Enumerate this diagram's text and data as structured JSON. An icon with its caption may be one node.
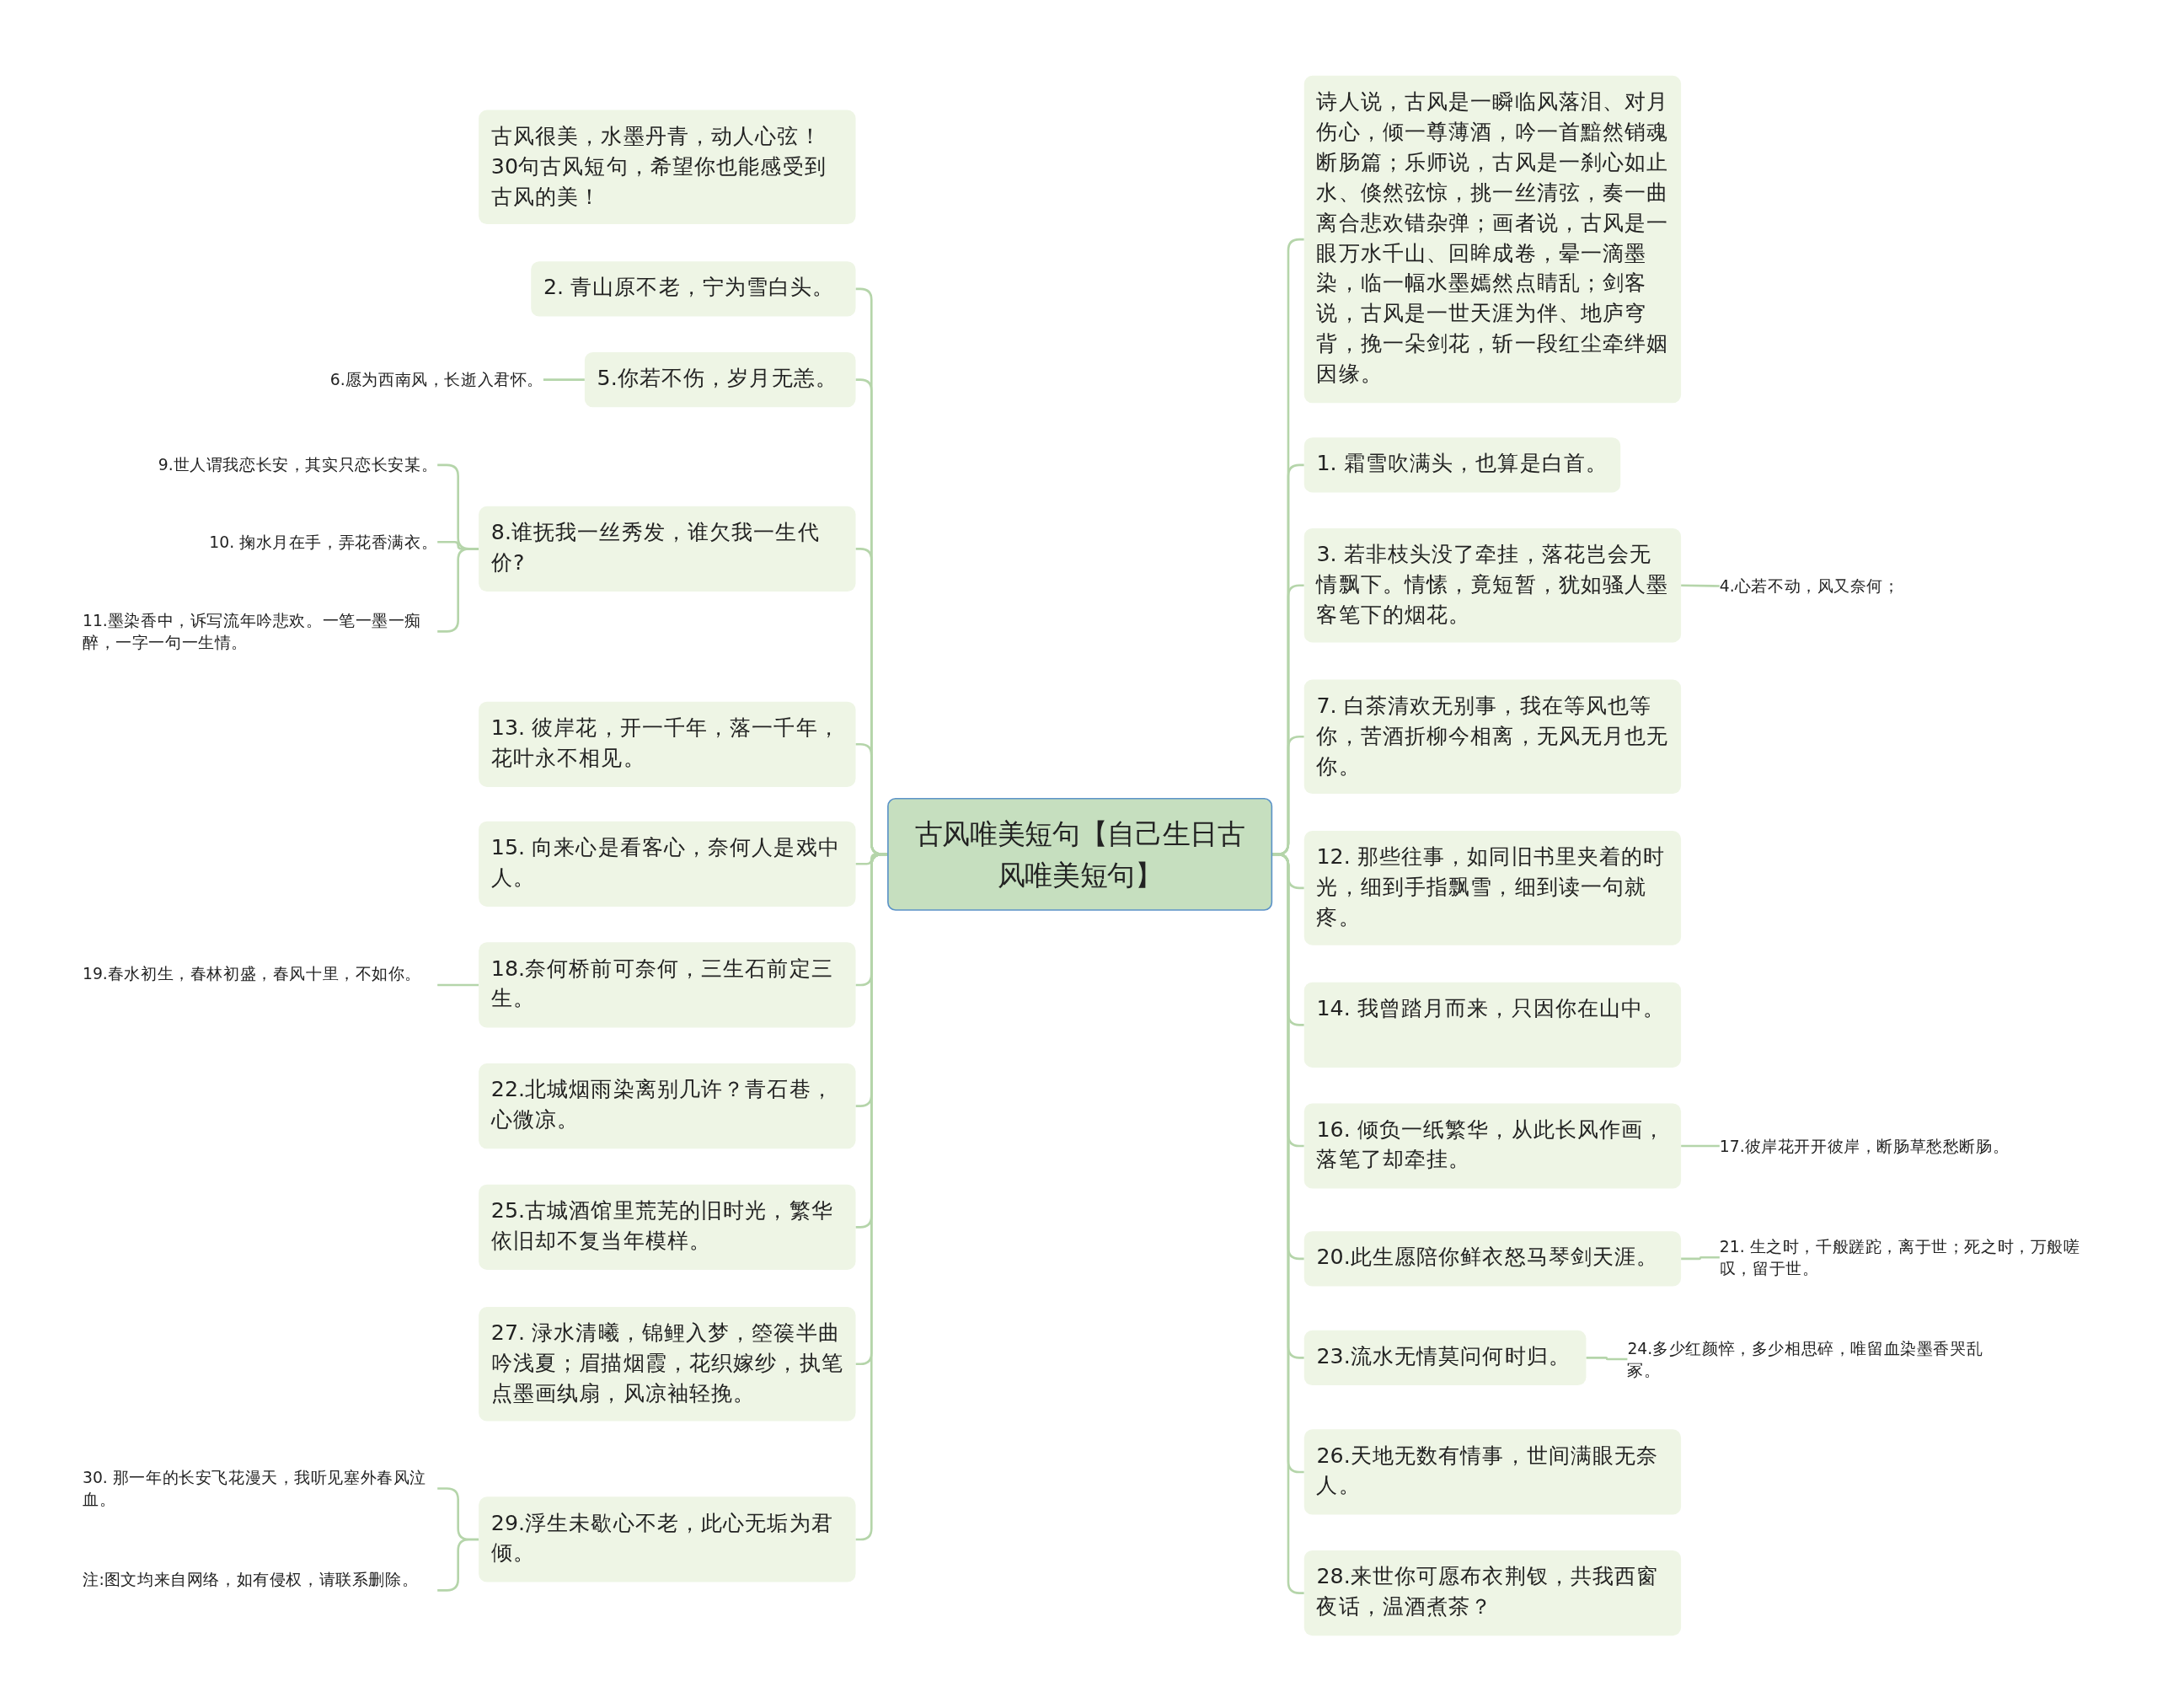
{
  "diagram": {
    "nodes": [
      {
        "text": [
          "古风唯美短句【自己生日古风唯美短句】"
        ]
      },
      {
        "text": [
          "古风很美，水墨丹青，动人心弦！30句古风短句，希望你也能感受到古风的美！"
        ]
      },
      {
        "text": [
          "2. 青山原不老，宁为雪白头。"
        ]
      },
      {
        "text": [
          "5.你若不伤，岁月无恙。"
        ]
      },
      {
        "text": [
          "6.愿为西南风，长逝入君怀。"
        ]
      },
      {
        "text": [
          "8.谁抚我一丝秀发，谁欠我一生代价?"
        ]
      },
      {
        "text": [
          "9.世人谓我恋长安，其实只恋长安某。"
        ]
      },
      {
        "text": [
          "10. 掬水月在手，弄花香满衣。"
        ]
      },
      {
        "text": [
          "11.墨染香中，诉写流年吟悲欢。一笔一墨一痴醉，一字一句一生情。"
        ]
      },
      {
        "text": [
          "13. 彼岸花，开一千年，落一千年，花叶永不相见。"
        ]
      },
      {
        "text": [
          "15. 向来心是看客心，奈何人是戏中人。"
        ]
      },
      {
        "text": [
          "18.奈何桥前可奈何，三生石前定三生。"
        ]
      },
      {
        "text": [
          "19.春水初生，春林初盛，春风十里，不如你。"
        ]
      },
      {
        "text": [
          "22.北城烟雨染离别几许？青石巷，心微凉。"
        ]
      },
      {
        "text": [
          "25.古城酒馆里荒芜的旧时光，繁华依旧却不复当年模样。"
        ]
      },
      {
        "text": [
          "27. 渌水清曦，锦鲤入梦，箜篌半曲吟浅夏；眉描烟霞，花织嫁纱，执笔点墨画纨扇，风凉袖轻挽。"
        ]
      },
      {
        "text": [
          "29.浮生未歇心不老，此心无垢为君倾。"
        ]
      },
      {
        "text": [
          "30. 那一年的长安飞花漫天，我听见塞外春风泣血。"
        ]
      },
      {
        "text": [
          "注:图文均来自网络，如有侵权，请联系删除。"
        ]
      },
      {
        "text": [
          "诗人说，古风是一瞬临风落泪、对月伤心，倾一尊薄酒，吟一首黯然销魂断肠篇；乐师说，古风是一刹心如止水、倏然弦惊，挑一丝清弦，奏一曲离合悲欢错杂弹；画者说，古风是一眼万水千山、回眸成卷，晕一滴墨染，临一幅水墨嫣然点睛乱；剑客说，古风是一世天涯为伴、地庐穹背，挽一朵剑花，斩一段红尘牵绊姻因缘。"
        ]
      },
      {
        "text": [
          "1. 霜雪吹满头，也算是白首。"
        ]
      },
      {
        "text": [
          "3. 若非枝头没了牵挂，落花岂会无情飘下。情愫，竟短暂，犹如骚人墨客笔下的烟花。"
        ]
      },
      {
        "text": [
          "4.心若不动，风又奈何；"
        ]
      },
      {
        "text": [
          "7. 白茶清欢无别事，我在等风也等你，苦酒折柳今相离，无风无月也无你。"
        ]
      },
      {
        "text": [
          "12. 那些往事，如同旧书里夹着的时光，细到手指飘雪，细到读一句就疼。"
        ]
      },
      {
        "text": [
          "14. 我曾踏月而来，只因你在山中。"
        ]
      },
      {
        "text": [
          "16. 倾负一纸繁华，从此长风作画，落笔了却牵挂。"
        ]
      },
      {
        "text": [
          "17.彼岸花开开彼岸，断肠草愁愁断肠。"
        ]
      },
      {
        "text": [
          "20.此生愿陪你鲜衣怒马琴剑天涯。"
        ]
      },
      {
        "text": [
          "21. 生之时，千般蹉跎，离于世；死之时，万般嗟叹，留于世。"
        ]
      },
      {
        "text": [
          "23.流水无情莫问何时归。"
        ]
      },
      {
        "text": [
          "24.多少红颜悴，多少相思碎，唯留血染墨香哭乱冢。"
        ]
      },
      {
        "text": [
          "26.天地无数有情事，世间满眼无奈人。"
        ]
      },
      {
        "text": [
          "28.来世你可愿布衣荆钗，共我西窗夜话，温酒煮茶？"
        ]
      }
    ],
    "edges": [
      {
        "from": 0,
        "to": 2,
        "arrow": "none"
      },
      {
        "from": 0,
        "to": 3,
        "arrow": "none"
      },
      {
        "from": 3,
        "to": 4,
        "arrow": "none"
      },
      {
        "from": 0,
        "to": 5,
        "arrow": "none"
      },
      {
        "from": 5,
        "to": 6,
        "arrow": "none"
      },
      {
        "from": 5,
        "to": 7,
        "arrow": "none"
      },
      {
        "from": 5,
        "to": 8,
        "arrow": "none"
      },
      {
        "from": 0,
        "to": 9,
        "arrow": "none"
      },
      {
        "from": 0,
        "to": 10,
        "arrow": "none"
      },
      {
        "from": 0,
        "to": 11,
        "arrow": "none"
      },
      {
        "from": 11,
        "to": 12,
        "arrow": "none"
      },
      {
        "from": 0,
        "to": 13,
        "arrow": "none"
      },
      {
        "from": 0,
        "to": 14,
        "arrow": "none"
      },
      {
        "from": 0,
        "to": 15,
        "arrow": "none"
      },
      {
        "from": 0,
        "to": 16,
        "arrow": "none"
      },
      {
        "from": 16,
        "to": 17,
        "arrow": "none"
      },
      {
        "from": 16,
        "to": 18,
        "arrow": "none"
      },
      {
        "from": 0,
        "to": 19,
        "arrow": "none"
      },
      {
        "from": 0,
        "to": 20,
        "arrow": "none"
      },
      {
        "from": 0,
        "to": 21,
        "arrow": "none"
      },
      {
        "from": 21,
        "to": 22,
        "arrow": "none"
      },
      {
        "from": 0,
        "to": 23,
        "arrow": "none"
      },
      {
        "from": 0,
        "to": 24,
        "arrow": "none"
      },
      {
        "from": 0,
        "to": 25,
        "arrow": "none"
      },
      {
        "from": 0,
        "to": 26,
        "arrow": "none"
      },
      {
        "from": 26,
        "to": 27,
        "arrow": "none"
      },
      {
        "from": 0,
        "to": 28,
        "arrow": "none"
      },
      {
        "from": 28,
        "to": 29,
        "arrow": "none"
      },
      {
        "from": 0,
        "to": 30,
        "arrow": "none"
      },
      {
        "from": 30,
        "to": 31,
        "arrow": "none"
      },
      {
        "from": 0,
        "to": 32,
        "arrow": "none"
      },
      {
        "from": 0,
        "to": 33,
        "arrow": "none"
      }
    ]
  }
}
